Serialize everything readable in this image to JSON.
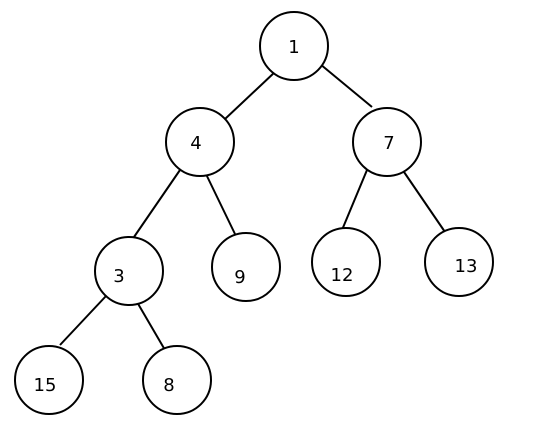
{
  "tree": {
    "nodes": [
      {
        "id": "n1",
        "label": "1"
      },
      {
        "id": "n4",
        "label": "4"
      },
      {
        "id": "n7",
        "label": "7"
      },
      {
        "id": "n3",
        "label": "3"
      },
      {
        "id": "n9",
        "label": "9"
      },
      {
        "id": "n12",
        "label": "12"
      },
      {
        "id": "n13",
        "label": "13"
      },
      {
        "id": "n15",
        "label": "15"
      },
      {
        "id": "n8",
        "label": "8"
      }
    ],
    "edges": [
      {
        "from": "n1",
        "to": "n4"
      },
      {
        "from": "n1",
        "to": "n7"
      },
      {
        "from": "n4",
        "to": "n3"
      },
      {
        "from": "n4",
        "to": "n9"
      },
      {
        "from": "n7",
        "to": "n12"
      },
      {
        "from": "n7",
        "to": "n13"
      },
      {
        "from": "n3",
        "to": "n15"
      },
      {
        "from": "n3",
        "to": "n8"
      }
    ]
  }
}
